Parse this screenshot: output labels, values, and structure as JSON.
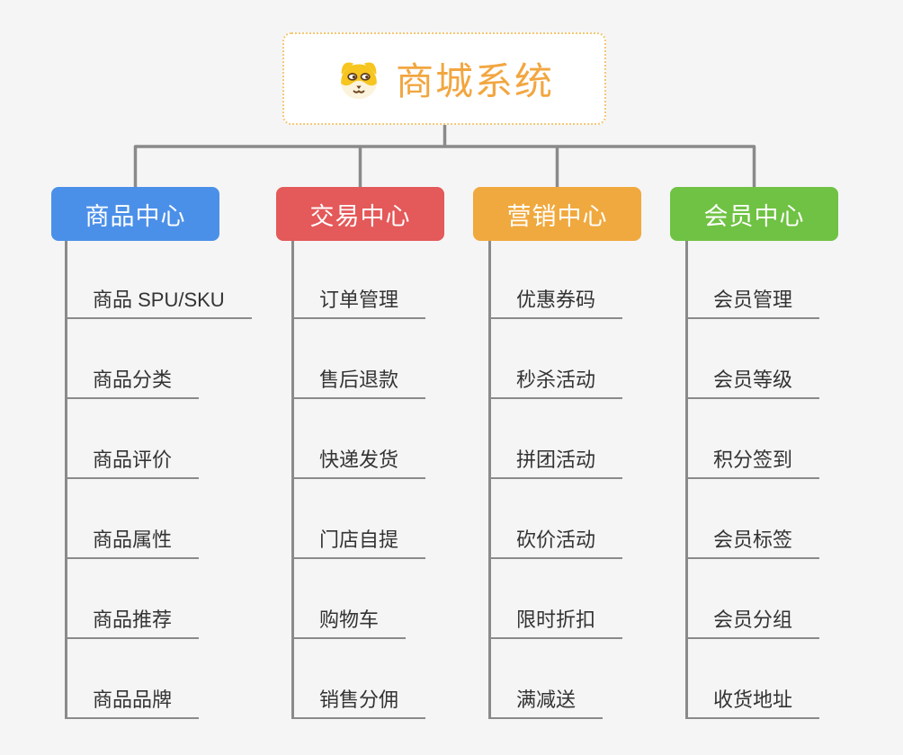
{
  "canvas": {
    "background": "#F5F5F5",
    "connector_color": "#8A8A8A",
    "subtopic_text_color": "#333333"
  },
  "root": {
    "title": "商城系统",
    "icon": "dog-face-icon",
    "text_color": "#F2A640",
    "border_color": "#F3C776",
    "background": "#FFFFFF"
  },
  "branches": [
    {
      "label": "商品中心",
      "color": "#4B90E8",
      "items": [
        "商品 SPU/SKU",
        "商品分类",
        "商品评价",
        "商品属性",
        "商品推荐",
        "商品品牌"
      ]
    },
    {
      "label": "交易中心",
      "color": "#E45959",
      "items": [
        "订单管理",
        "售后退款",
        "快递发货",
        "门店自提",
        "购物车",
        "销售分佣"
      ]
    },
    {
      "label": "营销中心",
      "color": "#F0A93E",
      "items": [
        "优惠券码",
        "秒杀活动",
        "拼团活动",
        "砍价活动",
        "限时折扣",
        "满减送"
      ]
    },
    {
      "label": "会员中心",
      "color": "#6FC243",
      "items": [
        "会员管理",
        "会员等级",
        "积分签到",
        "会员标签",
        "会员分组",
        "收货地址"
      ]
    }
  ]
}
